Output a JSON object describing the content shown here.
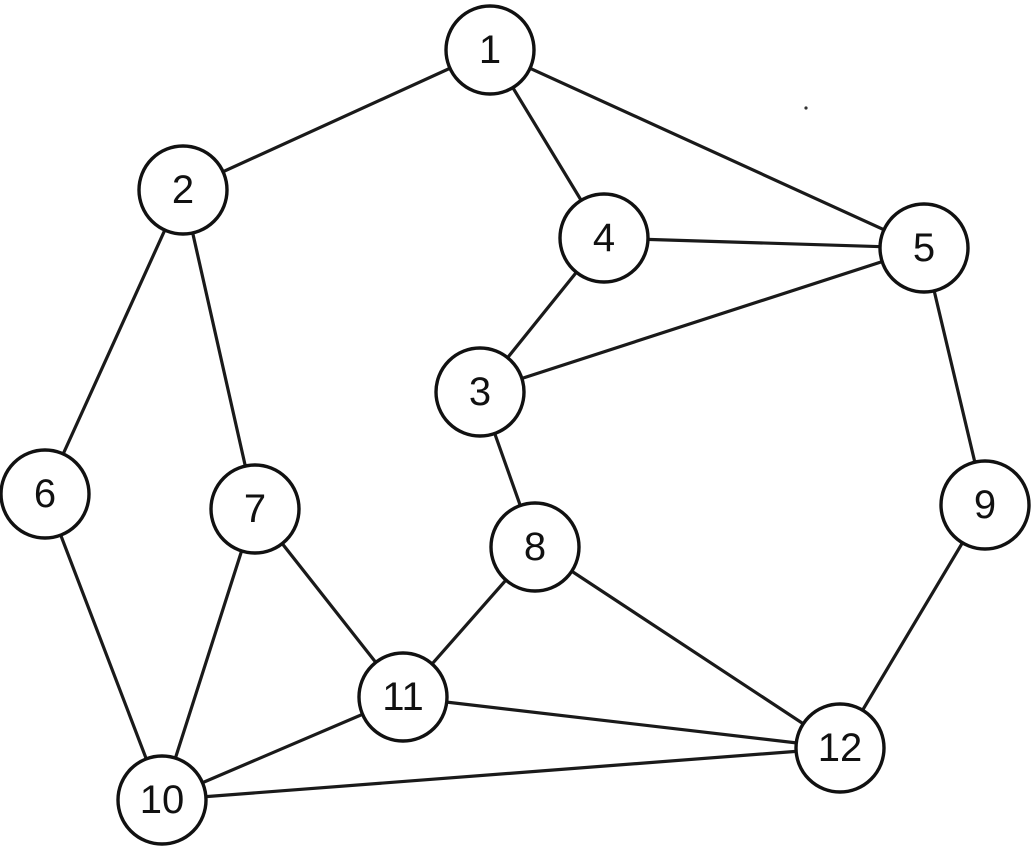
{
  "graph": {
    "nodes": [
      {
        "id": "1",
        "label": "1"
      },
      {
        "id": "2",
        "label": "2"
      },
      {
        "id": "3",
        "label": "3"
      },
      {
        "id": "4",
        "label": "4"
      },
      {
        "id": "5",
        "label": "5"
      },
      {
        "id": "6",
        "label": "6"
      },
      {
        "id": "7",
        "label": "7"
      },
      {
        "id": "8",
        "label": "8"
      },
      {
        "id": "9",
        "label": "9"
      },
      {
        "id": "10",
        "label": "10"
      },
      {
        "id": "11",
        "label": "11"
      },
      {
        "id": "12",
        "label": "12"
      }
    ],
    "edges": [
      {
        "from": "1",
        "to": "2"
      },
      {
        "from": "1",
        "to": "4"
      },
      {
        "from": "1",
        "to": "5"
      },
      {
        "from": "4",
        "to": "5"
      },
      {
        "from": "4",
        "to": "3"
      },
      {
        "from": "3",
        "to": "5"
      },
      {
        "from": "5",
        "to": "9"
      },
      {
        "from": "2",
        "to": "6"
      },
      {
        "from": "2",
        "to": "7"
      },
      {
        "from": "3",
        "to": "8"
      },
      {
        "from": "6",
        "to": "10"
      },
      {
        "from": "7",
        "to": "10"
      },
      {
        "from": "7",
        "to": "11"
      },
      {
        "from": "8",
        "to": "11"
      },
      {
        "from": "8",
        "to": "12"
      },
      {
        "from": "9",
        "to": "12"
      },
      {
        "from": "11",
        "to": "12"
      },
      {
        "from": "10",
        "to": "11"
      },
      {
        "from": "10",
        "to": "12"
      }
    ]
  }
}
